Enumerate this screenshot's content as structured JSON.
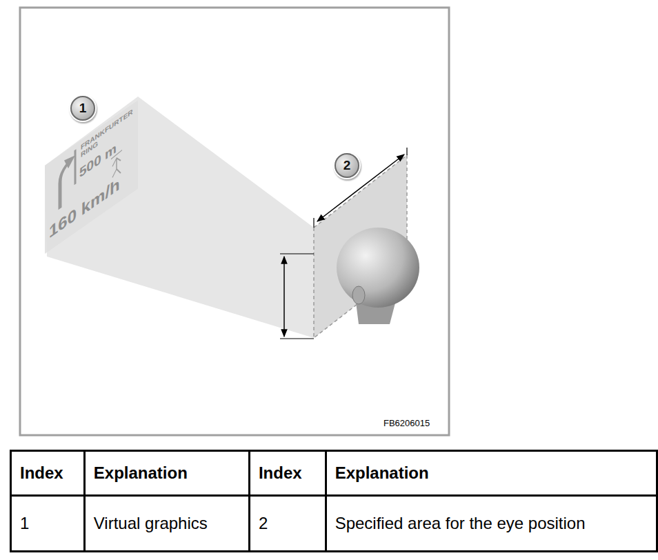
{
  "diagram": {
    "nodes": [
      {
        "text": [
          "1"
        ]
      },
      {
        "text": [
          "FRANKFURTER RING",
          "500 m",
          "160 km/h"
        ]
      },
      {
        "text": [
          "2"
        ]
      }
    ],
    "labels": [
      "FB6206015",
      "Index",
      "Explanation",
      "Index",
      "Explanation",
      "1",
      "Virtual graphics",
      "2",
      "Specified area for the eye position"
    ]
  }
}
